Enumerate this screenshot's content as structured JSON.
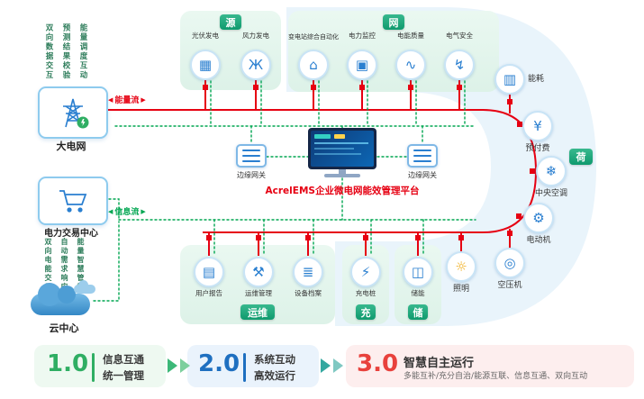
{
  "platform": {
    "name": "AcrelEMS企业微电网能效管理平台"
  },
  "flows": {
    "energy": "能量流",
    "info": "信息流"
  },
  "left": {
    "top_notes": [
      "双向数据交互",
      "预测结果校验",
      "能量调度互动"
    ],
    "bottom_notes": [
      "双向电能交易",
      "自动需求响应",
      "能量智慧管控"
    ],
    "grid_label": "大电网",
    "trade_label": "电力交易中心",
    "cloud_label": "云中心"
  },
  "gateway": {
    "label": "边缘网关"
  },
  "groups": {
    "source": {
      "title": "源",
      "items": [
        {
          "label": "光伏发电",
          "icon": "▦"
        },
        {
          "label": "风力发电",
          "icon": "Ж"
        }
      ]
    },
    "grid": {
      "title": "网",
      "items": [
        {
          "label": "变电站综合自动化",
          "icon": "⌂"
        },
        {
          "label": "电力监控",
          "icon": "▣"
        },
        {
          "label": "电能质量",
          "icon": "∿"
        },
        {
          "label": "电气安全",
          "icon": "↯"
        }
      ]
    },
    "load": {
      "title": "荷",
      "items": [
        {
          "label": "能耗",
          "icon": "▥"
        },
        {
          "label": "预付费",
          "icon": "¥"
        },
        {
          "label": "中央空调",
          "icon": "❄"
        },
        {
          "label": "电动机",
          "icon": "⚙"
        },
        {
          "label": "空压机",
          "icon": "◎"
        },
        {
          "label": "照明",
          "icon": "☼"
        }
      ]
    },
    "om": {
      "title": "运维",
      "items": [
        {
          "label": "用户报告",
          "icon": "▤"
        },
        {
          "label": "运维管理",
          "icon": "⚒"
        },
        {
          "label": "设备档案",
          "icon": "≣"
        }
      ]
    },
    "charge": {
      "title": "充",
      "items": [
        {
          "label": "充电桩",
          "icon": "⚡"
        }
      ]
    },
    "storage": {
      "title": "储",
      "items": [
        {
          "label": "储能",
          "icon": "◫"
        }
      ]
    }
  },
  "legend": [
    {
      "version": "1.0",
      "lines": [
        "信息互通",
        "统一管理"
      ]
    },
    {
      "version": "2.0",
      "lines": [
        "系统互动",
        "高效运行"
      ]
    },
    {
      "version": "3.0",
      "title": "智慧自主运行",
      "desc": "多能互补/充分自治/能源互联、信息互通、双向互动"
    }
  ],
  "colors": {
    "energy_flow": "#e60012",
    "info_flow": "#00a651",
    "teal": "#16a07c",
    "blue_zone": "#e9f4fb",
    "green_zone": "#e4f6ee",
    "v1": "#2fae63",
    "v2": "#1e6fc0",
    "v3": "#e8413c"
  }
}
